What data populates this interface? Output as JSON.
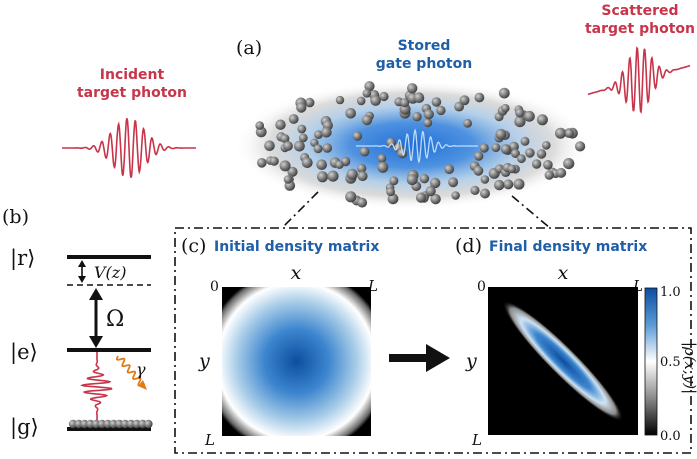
{
  "panel_labels": {
    "a": "(a)",
    "b": "(b)",
    "c": "(c)",
    "d": "(d)"
  },
  "incident": {
    "line1": "Incident",
    "line2": "target photon"
  },
  "stored": {
    "line1": "Stored",
    "line2": "gate photon"
  },
  "scattered": {
    "line1": "Scattered",
    "line2": "target photon"
  },
  "levels": {
    "r": "|r⟩",
    "e": "|e⟩",
    "g": "|g⟩",
    "potential": "V(z)",
    "rabi": "Ω",
    "decay": "γ"
  },
  "initial": {
    "title": "Initial density matrix",
    "x": "x",
    "y": "y",
    "zero": "0",
    "L_top": "L",
    "L_left": "L"
  },
  "final": {
    "title": "Final density matrix",
    "x": "x",
    "y": "y",
    "zero": "0",
    "L_top": "L",
    "L_left": "L"
  },
  "colorbar": {
    "label": "|ρ(x,y)|",
    "ticks": [
      "1.0",
      "0.5",
      "0.0"
    ]
  },
  "colors": {
    "red": "#c8344a",
    "blue": "#1f5fa8",
    "orange": "#e07b1a",
    "atom": "#6e6e6e"
  }
}
